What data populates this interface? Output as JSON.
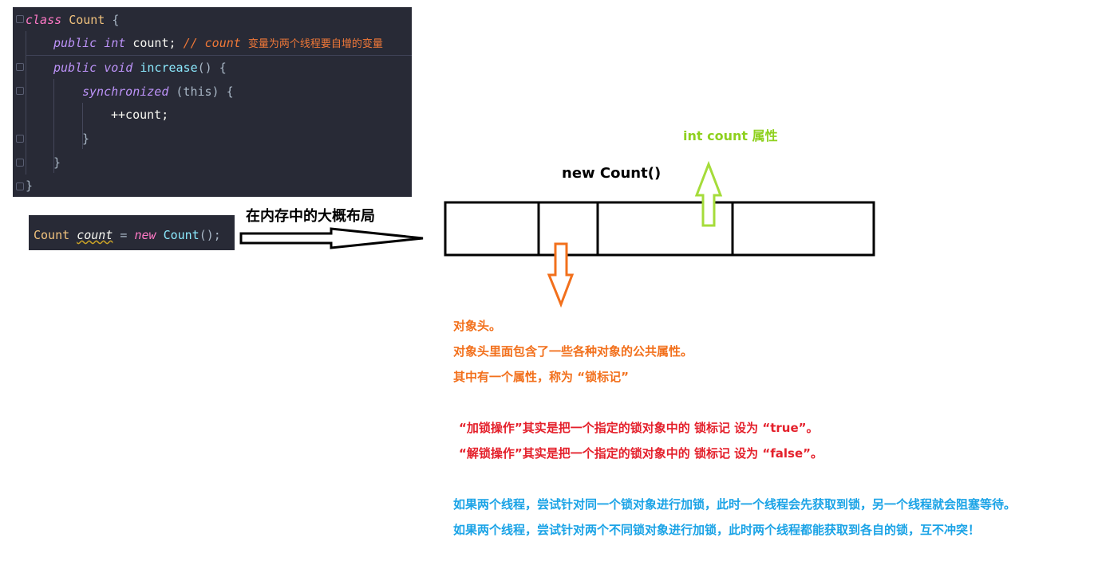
{
  "code_main": {
    "lines": [
      {
        "kw_class": "class",
        "cls": "Count",
        "brace": " {"
      },
      {
        "kw1": "public",
        "kw2": "int",
        "ident": "count;",
        "cmt": "// count",
        "cmt_cn": "变量为两个线程要自增的变量"
      },
      {
        "kw1": "public",
        "kw2": "void",
        "method": "increase",
        "rest": "() {"
      },
      {
        "kw": "synchronized",
        "rest": " (this) {",
        "this_kw": "this"
      },
      {
        "text": "++count;"
      },
      {
        "text": "}"
      },
      {
        "text": "}"
      },
      {
        "text": "}"
      }
    ]
  },
  "code_snippet": {
    "cls": "Count",
    "var": "count",
    "eq": " = ",
    "new_kw": "new",
    "ctor": "Count",
    "end": "();"
  },
  "diagram": {
    "arrow_label": "在内存中的大概布局",
    "object_label": "new Count()",
    "field_label": "int count 属性",
    "header_color": "#f2701c",
    "field_color": "#a5dc3a"
  },
  "notes": {
    "orange": [
      "对象头。",
      "对象头里面包含了一些各种对象的公共属性。",
      "其中有一个属性，称为 “锁标记”"
    ],
    "red": [
      "“加锁操作”其实是把一个指定的锁对象中的 锁标记 设为 “true”。",
      "“解锁操作”其实是把一个指定的锁对象中的 锁标记 设为 “false”。"
    ],
    "blue": [
      "如果两个线程，尝试针对同一个锁对象进行加锁，此时一个线程会先获取到锁，另一个线程就会阻塞等待。",
      "如果两个线程，尝试针对两个不同锁对象进行加锁，此时两个线程都能获取到各自的锁，互不冲突！"
    ]
  }
}
